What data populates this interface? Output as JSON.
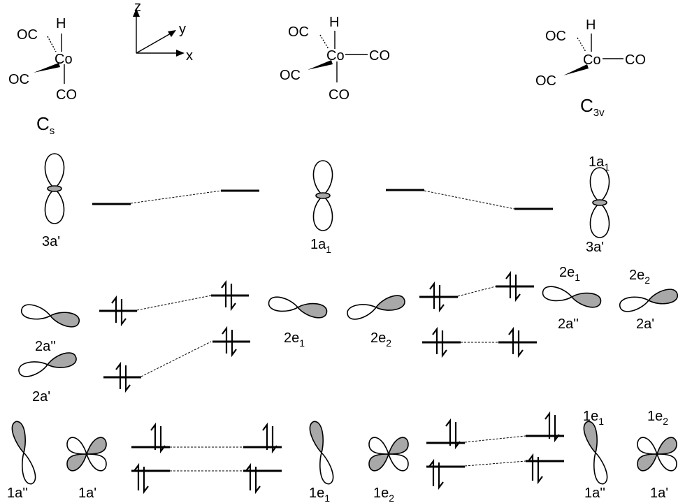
{
  "molecules": {
    "cs": {
      "h": "H",
      "co_ul": "OC",
      "metal": "Co",
      "co_l": "OC",
      "co_b": "CO",
      "group": "C",
      "group_sub": "s"
    },
    "c4v": {
      "h": "H",
      "co_ul": "OC",
      "metal": "Co",
      "co_r": "CO",
      "co_l": "OC",
      "co_b": "CO"
    },
    "c3v": {
      "h": "H",
      "co_ul": "OC",
      "metal": "Co",
      "co_r": "CO",
      "co_l": "OC",
      "group": "C",
      "group_sub": "3v"
    }
  },
  "axes": {
    "z": "z",
    "y": "y",
    "x": "x"
  },
  "orbital_labels": {
    "cs_3a": "3a'",
    "c4v_1a1": {
      "main": "1a",
      "sub": "1"
    },
    "c3v_1a1": {
      "main": "1a",
      "sub": "1"
    },
    "c3v_3a": "3a'",
    "cs_2a2": "2a''",
    "cs_2a": "2a'",
    "c4v_2e1": {
      "main": "2e",
      "sub": "1"
    },
    "c4v_2e2": {
      "main": "2e",
      "sub": "2"
    },
    "c3v_2e1": {
      "main": "2e",
      "sub": "1"
    },
    "c3v_2a2": "2a''",
    "c3v_2e2": {
      "main": "2e",
      "sub": "2"
    },
    "c3v_2a": "2a'",
    "cs_1a2": "1a''",
    "cs_1a": "1a'",
    "c4v_1e1": {
      "main": "1e",
      "sub": "1"
    },
    "c4v_1e2": {
      "main": "1e",
      "sub": "2"
    },
    "c3v_1e1": {
      "main": "1e",
      "sub": "1"
    },
    "c3v_1a2": "1a''",
    "c3v_1e2": {
      "main": "1e",
      "sub": "2"
    },
    "c3v_1a": "1a'"
  }
}
